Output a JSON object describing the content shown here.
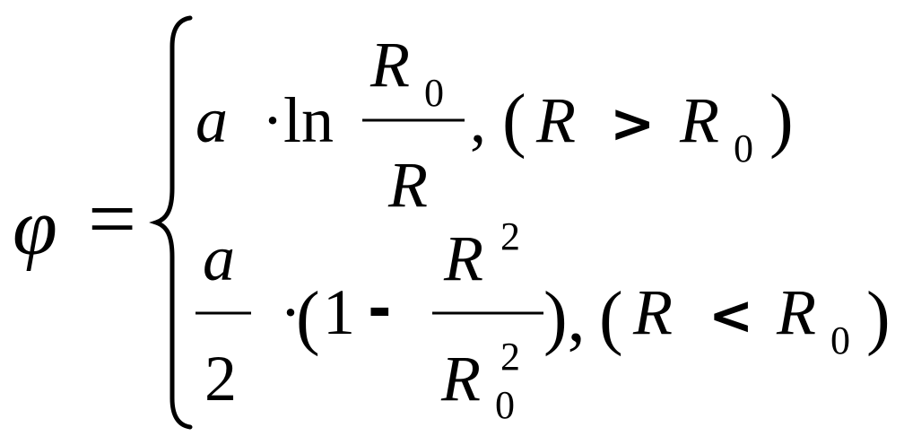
{
  "formula": {
    "lhs": {
      "phi": "φ",
      "equals": "="
    },
    "case1": {
      "a": "a",
      "dot": "·",
      "ln": "ln",
      "frac_num_R": "R",
      "frac_num_sub": "0",
      "frac_den_R": "R",
      "comma": ",",
      "open_paren": "(",
      "cond_R": "R",
      "cond_op": ">",
      "cond_R0": "R",
      "cond_R0_sub": "0",
      "close_paren": ")"
    },
    "case2": {
      "a": "a",
      "two": "2",
      "dot": "·",
      "open_paren": "(",
      "one": "1",
      "minus": "-",
      "frac_num_R": "R",
      "frac_num_sup": "2",
      "frac_den_R": "R",
      "frac_den_sup": "2",
      "frac_den_sub": "0",
      "close_paren_comma": "),",
      "open_paren2": "(",
      "cond_R": "R",
      "cond_op": "<",
      "cond_R0": "R",
      "cond_R0_sub": "0",
      "close_paren": ")"
    }
  }
}
